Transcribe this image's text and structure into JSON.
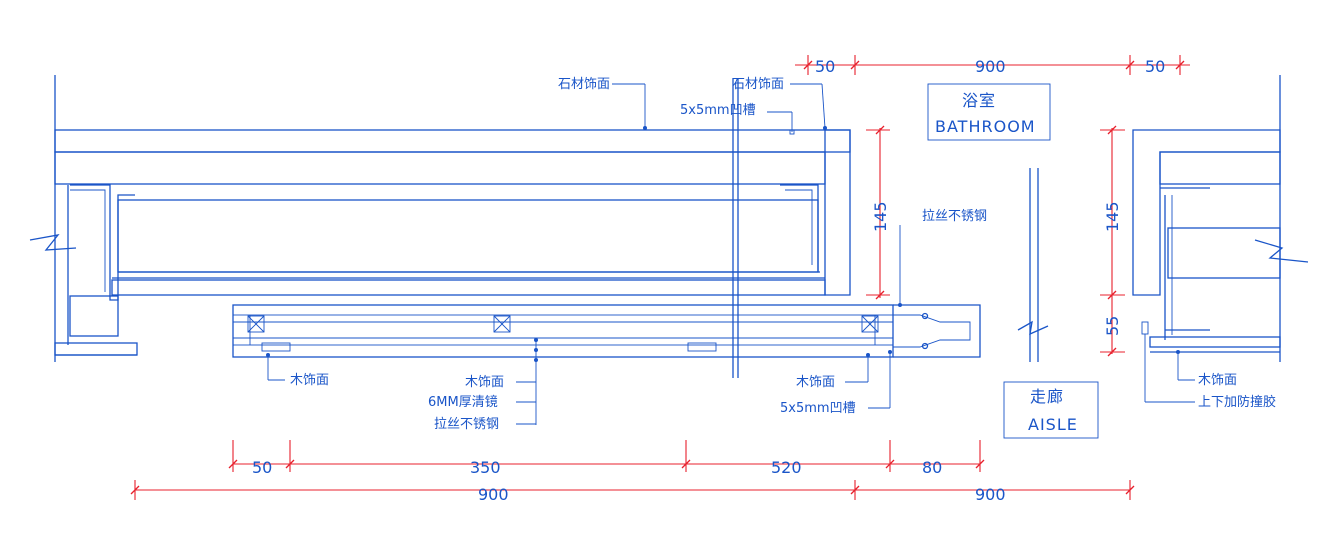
{
  "rooms": {
    "bathroom_cn": "浴室",
    "bathroom_en": "BATHROOM",
    "aisle_cn": "走廊",
    "aisle_en": "AISLE"
  },
  "labels": {
    "stone_finish_left": "石材饰面",
    "stone_finish_right": "石材饰面",
    "groove_top": "5x5mm凹槽",
    "brushed_steel_right": "拉丝不锈钢",
    "wood_finish_left": "木饰面",
    "wood_finish_mid": "木饰面",
    "mirror": "6MM厚清镜",
    "brushed_steel_bottom": "拉丝不锈钢",
    "wood_finish_door": "木饰面",
    "groove_bottom": "5x5mm凹槽",
    "wood_finish_far_right": "木饰面",
    "bumper_rubber": "上下加防撞胶"
  },
  "dimensions": {
    "top_left_50": "50",
    "top_900": "900",
    "top_right_50": "50",
    "vert_145_left": "145",
    "vert_145_right": "145",
    "vert_55": "55",
    "bottom_50": "50",
    "bottom_350": "350",
    "bottom_520": "520",
    "bottom_80": "80",
    "total_left_900": "900",
    "total_right_900": "900"
  },
  "colors": {
    "linework": "#1a55c8",
    "dimension": "#e8202c",
    "background": "#ffffff"
  }
}
